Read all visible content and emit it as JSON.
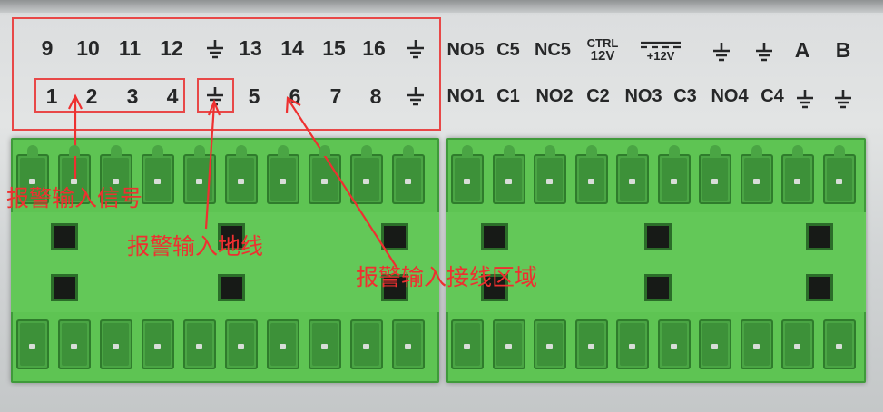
{
  "labels": {
    "row1": [
      "9",
      "10",
      "11",
      "12",
      "13",
      "14",
      "15",
      "16",
      "NO5",
      "C5",
      "NC5",
      "A",
      "B"
    ],
    "row2": [
      "1",
      "2",
      "3",
      "4",
      "5",
      "6",
      "7",
      "8",
      "NO1",
      "C1",
      "NO2",
      "C2",
      "NO3",
      "C3",
      "NO4",
      "C4"
    ],
    "ctrl_top": "CTRL",
    "ctrl_bottom": "12V",
    "plus12": "+12V"
  },
  "annotations": {
    "signal": "报警输入信号",
    "ground": "报警输入地线",
    "wiring": "报警输入接线区域"
  },
  "icons": {
    "ground": "ground-icon",
    "dc_power": "dc-power-icon"
  },
  "colors": {
    "annotation_red": "#e84848",
    "terminal_green": "#5ec453",
    "label_dark": "#262728"
  }
}
